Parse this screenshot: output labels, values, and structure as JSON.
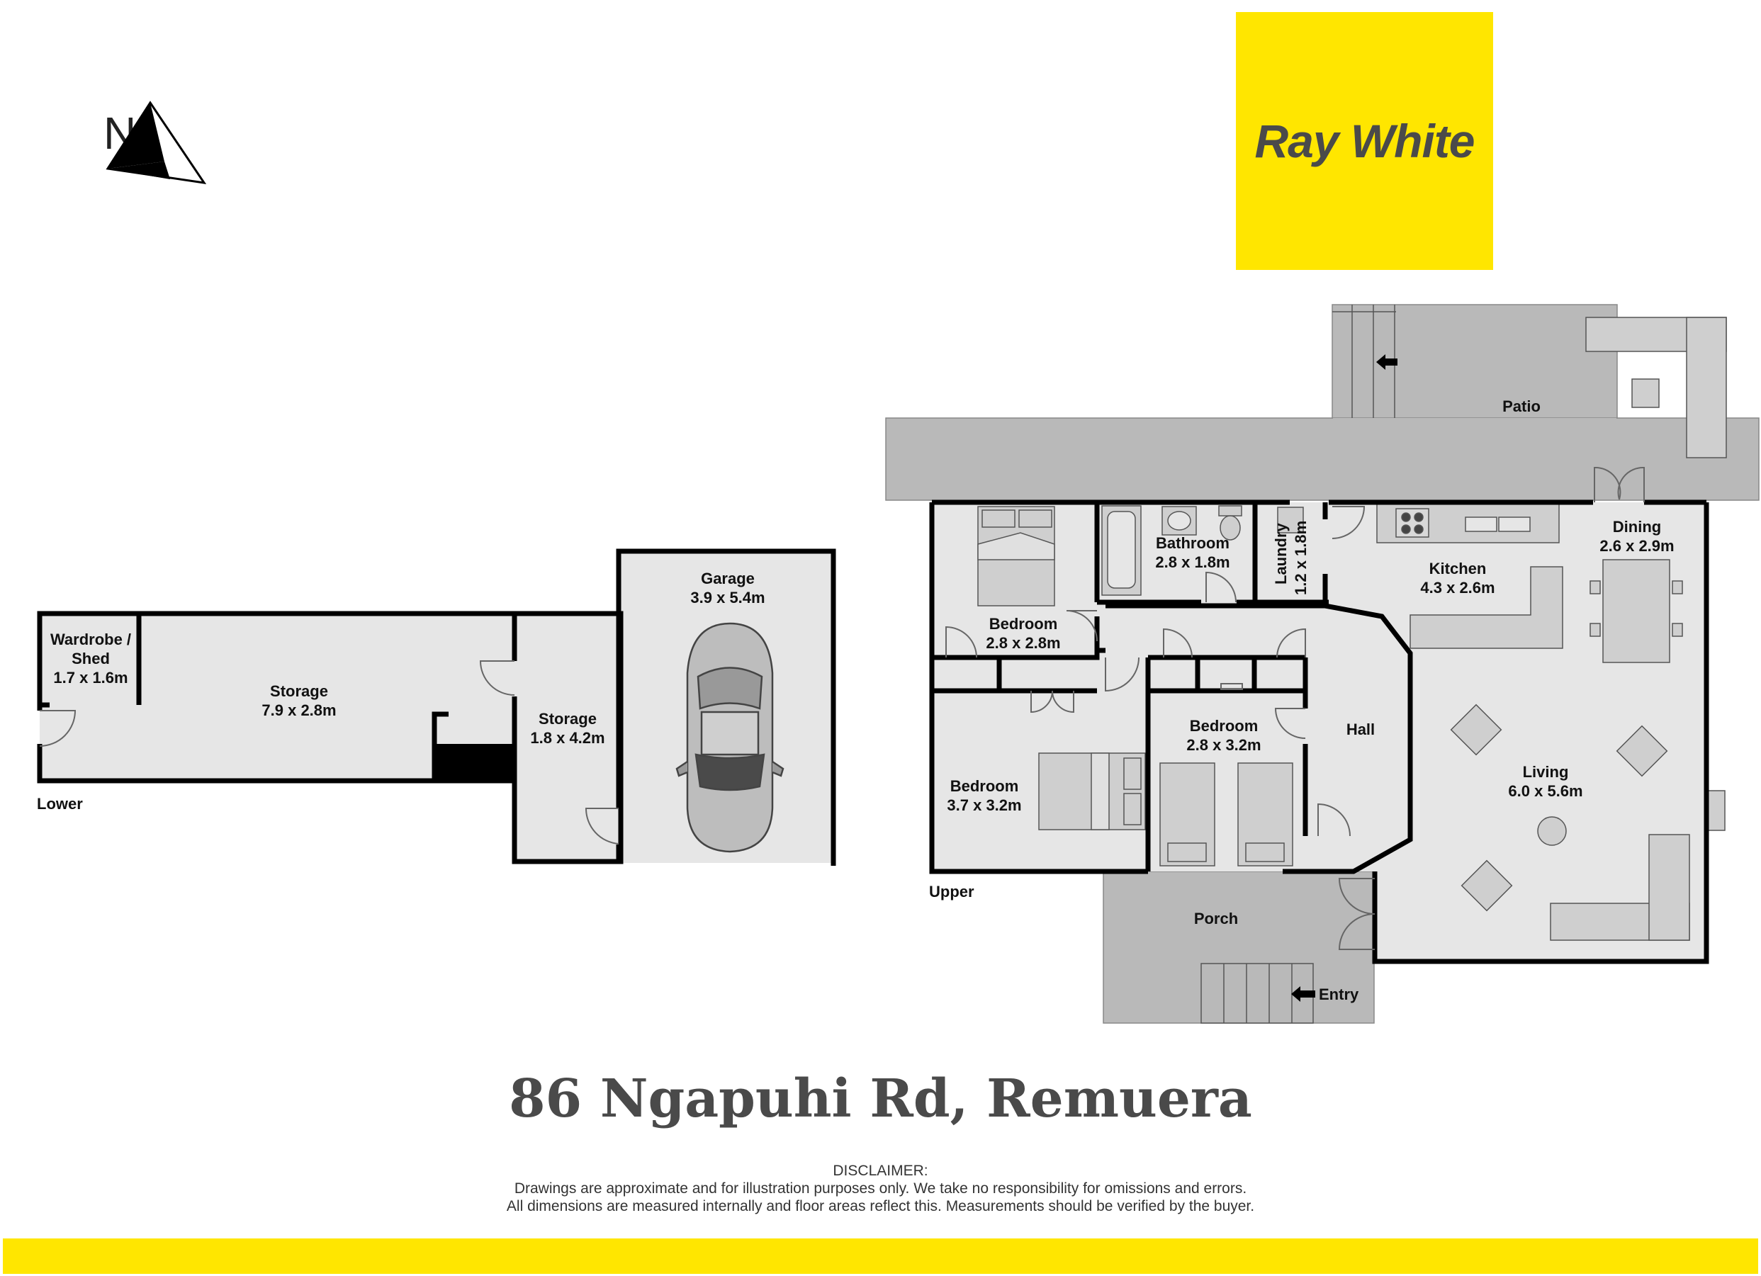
{
  "brand": {
    "name": "Ray White",
    "color": "#ffe600",
    "text_color": "#4a4a4a"
  },
  "compass": {
    "label": "N",
    "icon": "north-arrow-icon"
  },
  "address": "86 Ngapuhi Rd, Remuera",
  "disclaimer": {
    "title": "DISCLAIMER:",
    "line1": "Drawings are approximate and for illustration purposes only. We take no responsibility for omissions and errors.",
    "line2": "All dimensions are measured internally and floor areas reflect this. Measurements should be verified by the buyer."
  },
  "levels": {
    "lower": "Lower",
    "upper": "Upper"
  },
  "rooms": {
    "wardrobe": {
      "name1": "Wardrobe /",
      "name2": "Shed",
      "dims": "1.7 x 1.6m"
    },
    "storage_large": {
      "name": "Storage",
      "dims": "7.9 x 2.8m"
    },
    "storage_small": {
      "name": "Storage",
      "dims": "1.8 x 4.2m"
    },
    "garage": {
      "name": "Garage",
      "dims": "3.9 x 5.4m"
    },
    "patio": {
      "name": "Patio"
    },
    "bathroom": {
      "name": "Bathroom",
      "dims": "2.8 x 1.8m"
    },
    "laundry": {
      "name": "Laundry",
      "dims": "1.2 x 1.8m"
    },
    "kitchen": {
      "name": "Kitchen",
      "dims": "4.3 x 2.6m"
    },
    "dining": {
      "name": "Dining",
      "dims": "2.6 x 2.9m"
    },
    "bedroom1": {
      "name": "Bedroom",
      "dims": "2.8 x 2.8m"
    },
    "bedroom2": {
      "name": "Bedroom",
      "dims": "3.7 x 3.2m"
    },
    "bedroom3": {
      "name": "Bedroom",
      "dims": "2.8 x 3.2m"
    },
    "hall": {
      "name": "Hall"
    },
    "living": {
      "name": "Living",
      "dims": "6.0 x 5.6m"
    },
    "porch": {
      "name": "Porch"
    }
  },
  "entry": {
    "label": "Entry"
  },
  "colors": {
    "room_fill": "#e6e6e6",
    "outdoor_fill": "#b9b9b9",
    "wall": "#000000",
    "furniture": "#a8a8a8"
  }
}
